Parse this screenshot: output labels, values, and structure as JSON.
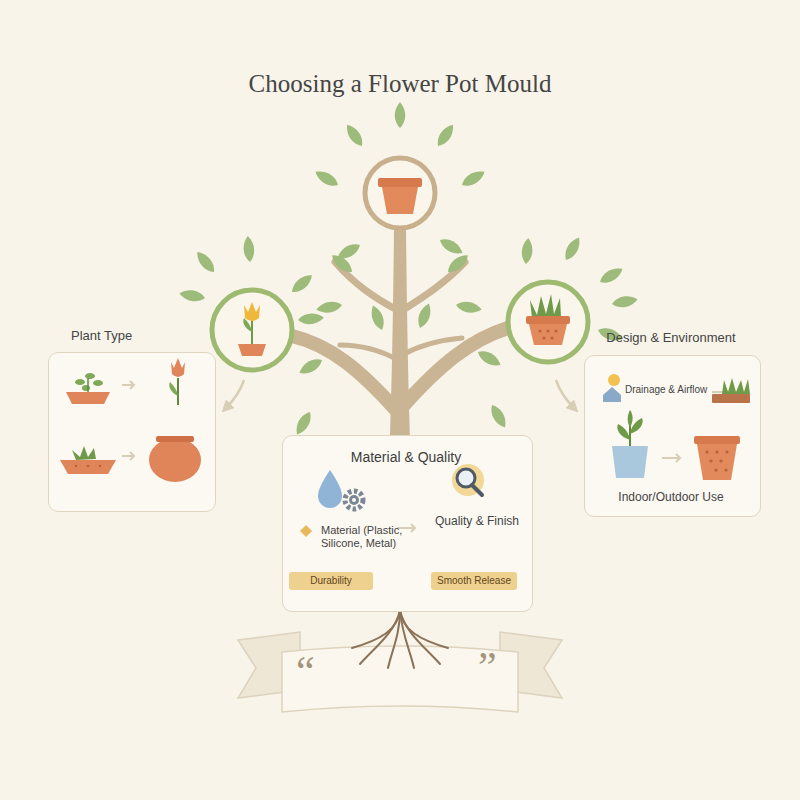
{
  "diagram": {
    "title": "Choosing a Flower Pot Mould",
    "nodes": [
      {
        "text": [
          "Plant Type"
        ]
      },
      {
        "text": [
          "Design & Environment",
          "Drainage & Airflow",
          "Indoor/Outdoor Use"
        ]
      },
      {
        "text": [
          "Material & Quality",
          "Material (Plastic, Silicone, Metal)",
          "Quality & Finish"
        ]
      },
      {
        "text": [
          "Durability"
        ],
        "in": 2
      },
      {
        "text": [
          "Smooth Release"
        ],
        "in": 2
      }
    ],
    "labels": [
      "“",
      "”"
    ]
  }
}
